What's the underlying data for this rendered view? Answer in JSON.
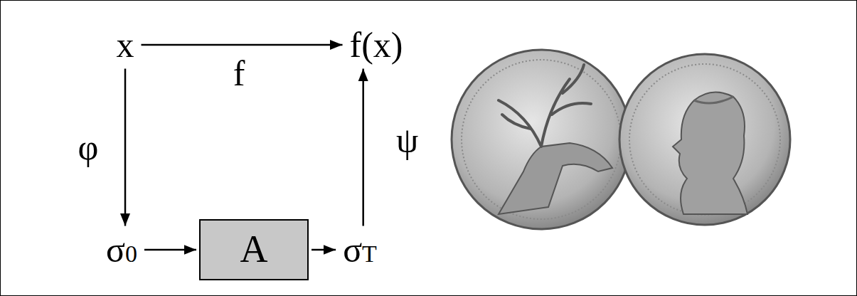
{
  "diagram": {
    "nodes": [
      {
        "text": [
          "x"
        ]
      },
      {
        "text": [
          "f(x)"
        ]
      },
      {
        "text": [
          "σ0"
        ]
      },
      {
        "text": [
          "A"
        ]
      },
      {
        "text": [
          "σT"
        ]
      }
    ],
    "edges": [
      {
        "from": 0,
        "to": 1,
        "label": "f",
        "arrow": "to"
      },
      {
        "from": 0,
        "to": 2,
        "label": "φ",
        "arrow": "to"
      },
      {
        "from": 2,
        "to": 3,
        "arrow": "to"
      },
      {
        "from": 3,
        "to": 4,
        "arrow": "to"
      },
      {
        "from": 4,
        "to": 1,
        "label": "ψ",
        "arrow": "to"
      }
    ]
  }
}
